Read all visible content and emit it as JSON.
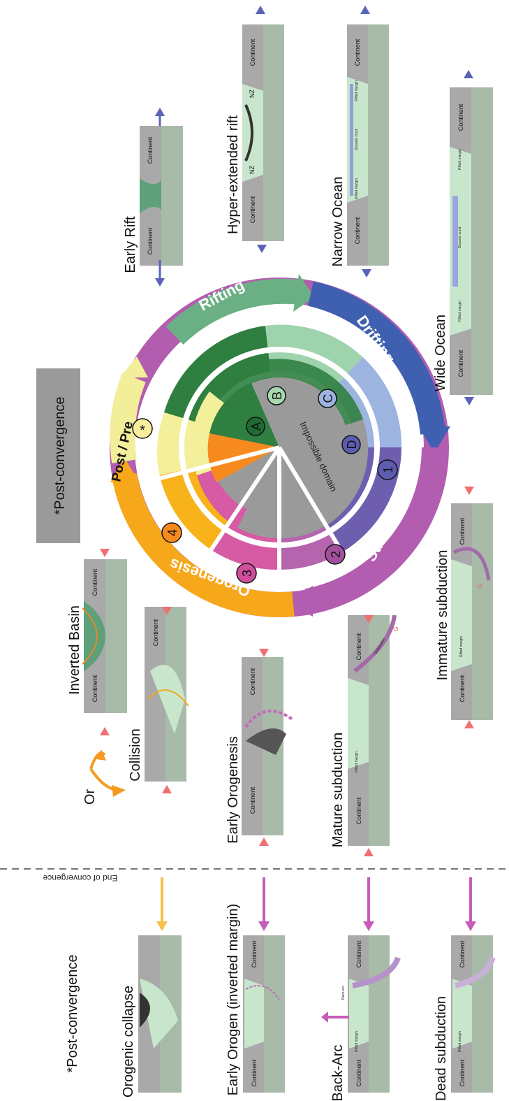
{
  "title_box": "*Post-convergence",
  "post_convergence_heading": "*Post-convergence",
  "end_of_convergence": "End of convergence",
  "or_label": "Or",
  "cycle_arrows": {
    "rifting": "Rifting",
    "drifting": "Drifting",
    "subduction": "Subduction",
    "orogenesis": "Orogenesis",
    "post_pre": "Post / Pre"
  },
  "cycle_colors": {
    "rifting": "#6bb084",
    "drifting": "#3f5fb0",
    "subduction": "#b25db0",
    "orogenesis": "#f7a71a",
    "post_pre": "#f2ee9a"
  },
  "inner_labels": {
    "impossible_domain": "Impossible domain"
  },
  "stage_markers": {
    "A": "A",
    "B": "B",
    "C": "C",
    "D": "D",
    "one": "1",
    "two": "2",
    "three": "3",
    "four": "4",
    "star": "*"
  },
  "marker_colors": {
    "A": "#1f6b33",
    "B": "#a8d9ae",
    "C": "#9eb4e0",
    "D": "#5d5cb0",
    "one": "#5d5cb0",
    "two": "#a3509c",
    "three": "#cf4f9d",
    "four": "#f78a1f",
    "star": "#f7ef9c"
  },
  "panels": {
    "early_rift": {
      "title": "Early Rift",
      "left": "Continent",
      "right": "Continent"
    },
    "hyper_extended": {
      "title": "Hyper-extended rift",
      "left": "Continent",
      "right": "Continent",
      "nz_left": "NZ",
      "nz_right": "NZ"
    },
    "narrow_ocean": {
      "title": "Narrow Ocean",
      "left": "Continent",
      "right": "Continent",
      "rm_left": "Rifted margin",
      "rm_right": "Rifted margin",
      "ocean": "Oceanic crust"
    },
    "wide_ocean": {
      "title": "Wide Ocean",
      "left": "Continent",
      "right": "Continent",
      "rm_left": "Rifted margin",
      "rm_right": "Rifted margin",
      "ocean": "Oceanic crust"
    },
    "immature_subduction": {
      "title": "Immature subduction",
      "left": "Continent",
      "right": "Continent",
      "rm": "Rifted margin",
      "g": "G"
    },
    "mature_subduction": {
      "title": "Mature subduction",
      "left": "Continent",
      "right": "Continent",
      "rm": "Rifted margin",
      "sub": "Subduction",
      "g": "G"
    },
    "early_orogenesis": {
      "title": "Early Orogenesis",
      "left": "Continent",
      "right": "Continent"
    },
    "collision": {
      "title": "Collision",
      "right": "Continent"
    },
    "inverted_basin": {
      "title": "Inverted Basin",
      "left": "Continent",
      "right": "Continent"
    },
    "orogenic_collapse": {
      "title": "Orogenic collapse"
    },
    "early_orogen_inverted": {
      "title": "Early Orogen (inverted margin)",
      "left": "Continent",
      "right": "Continent"
    },
    "back_arc": {
      "title": "Back-Arc",
      "left": "Continent",
      "right": "Continent",
      "ba": "Back-arc",
      "rm": "Rifted margin"
    },
    "dead_subduction": {
      "title": "Dead subduction",
      "left": "Continent",
      "right": "Continent",
      "rm": "Rifted margin"
    }
  }
}
